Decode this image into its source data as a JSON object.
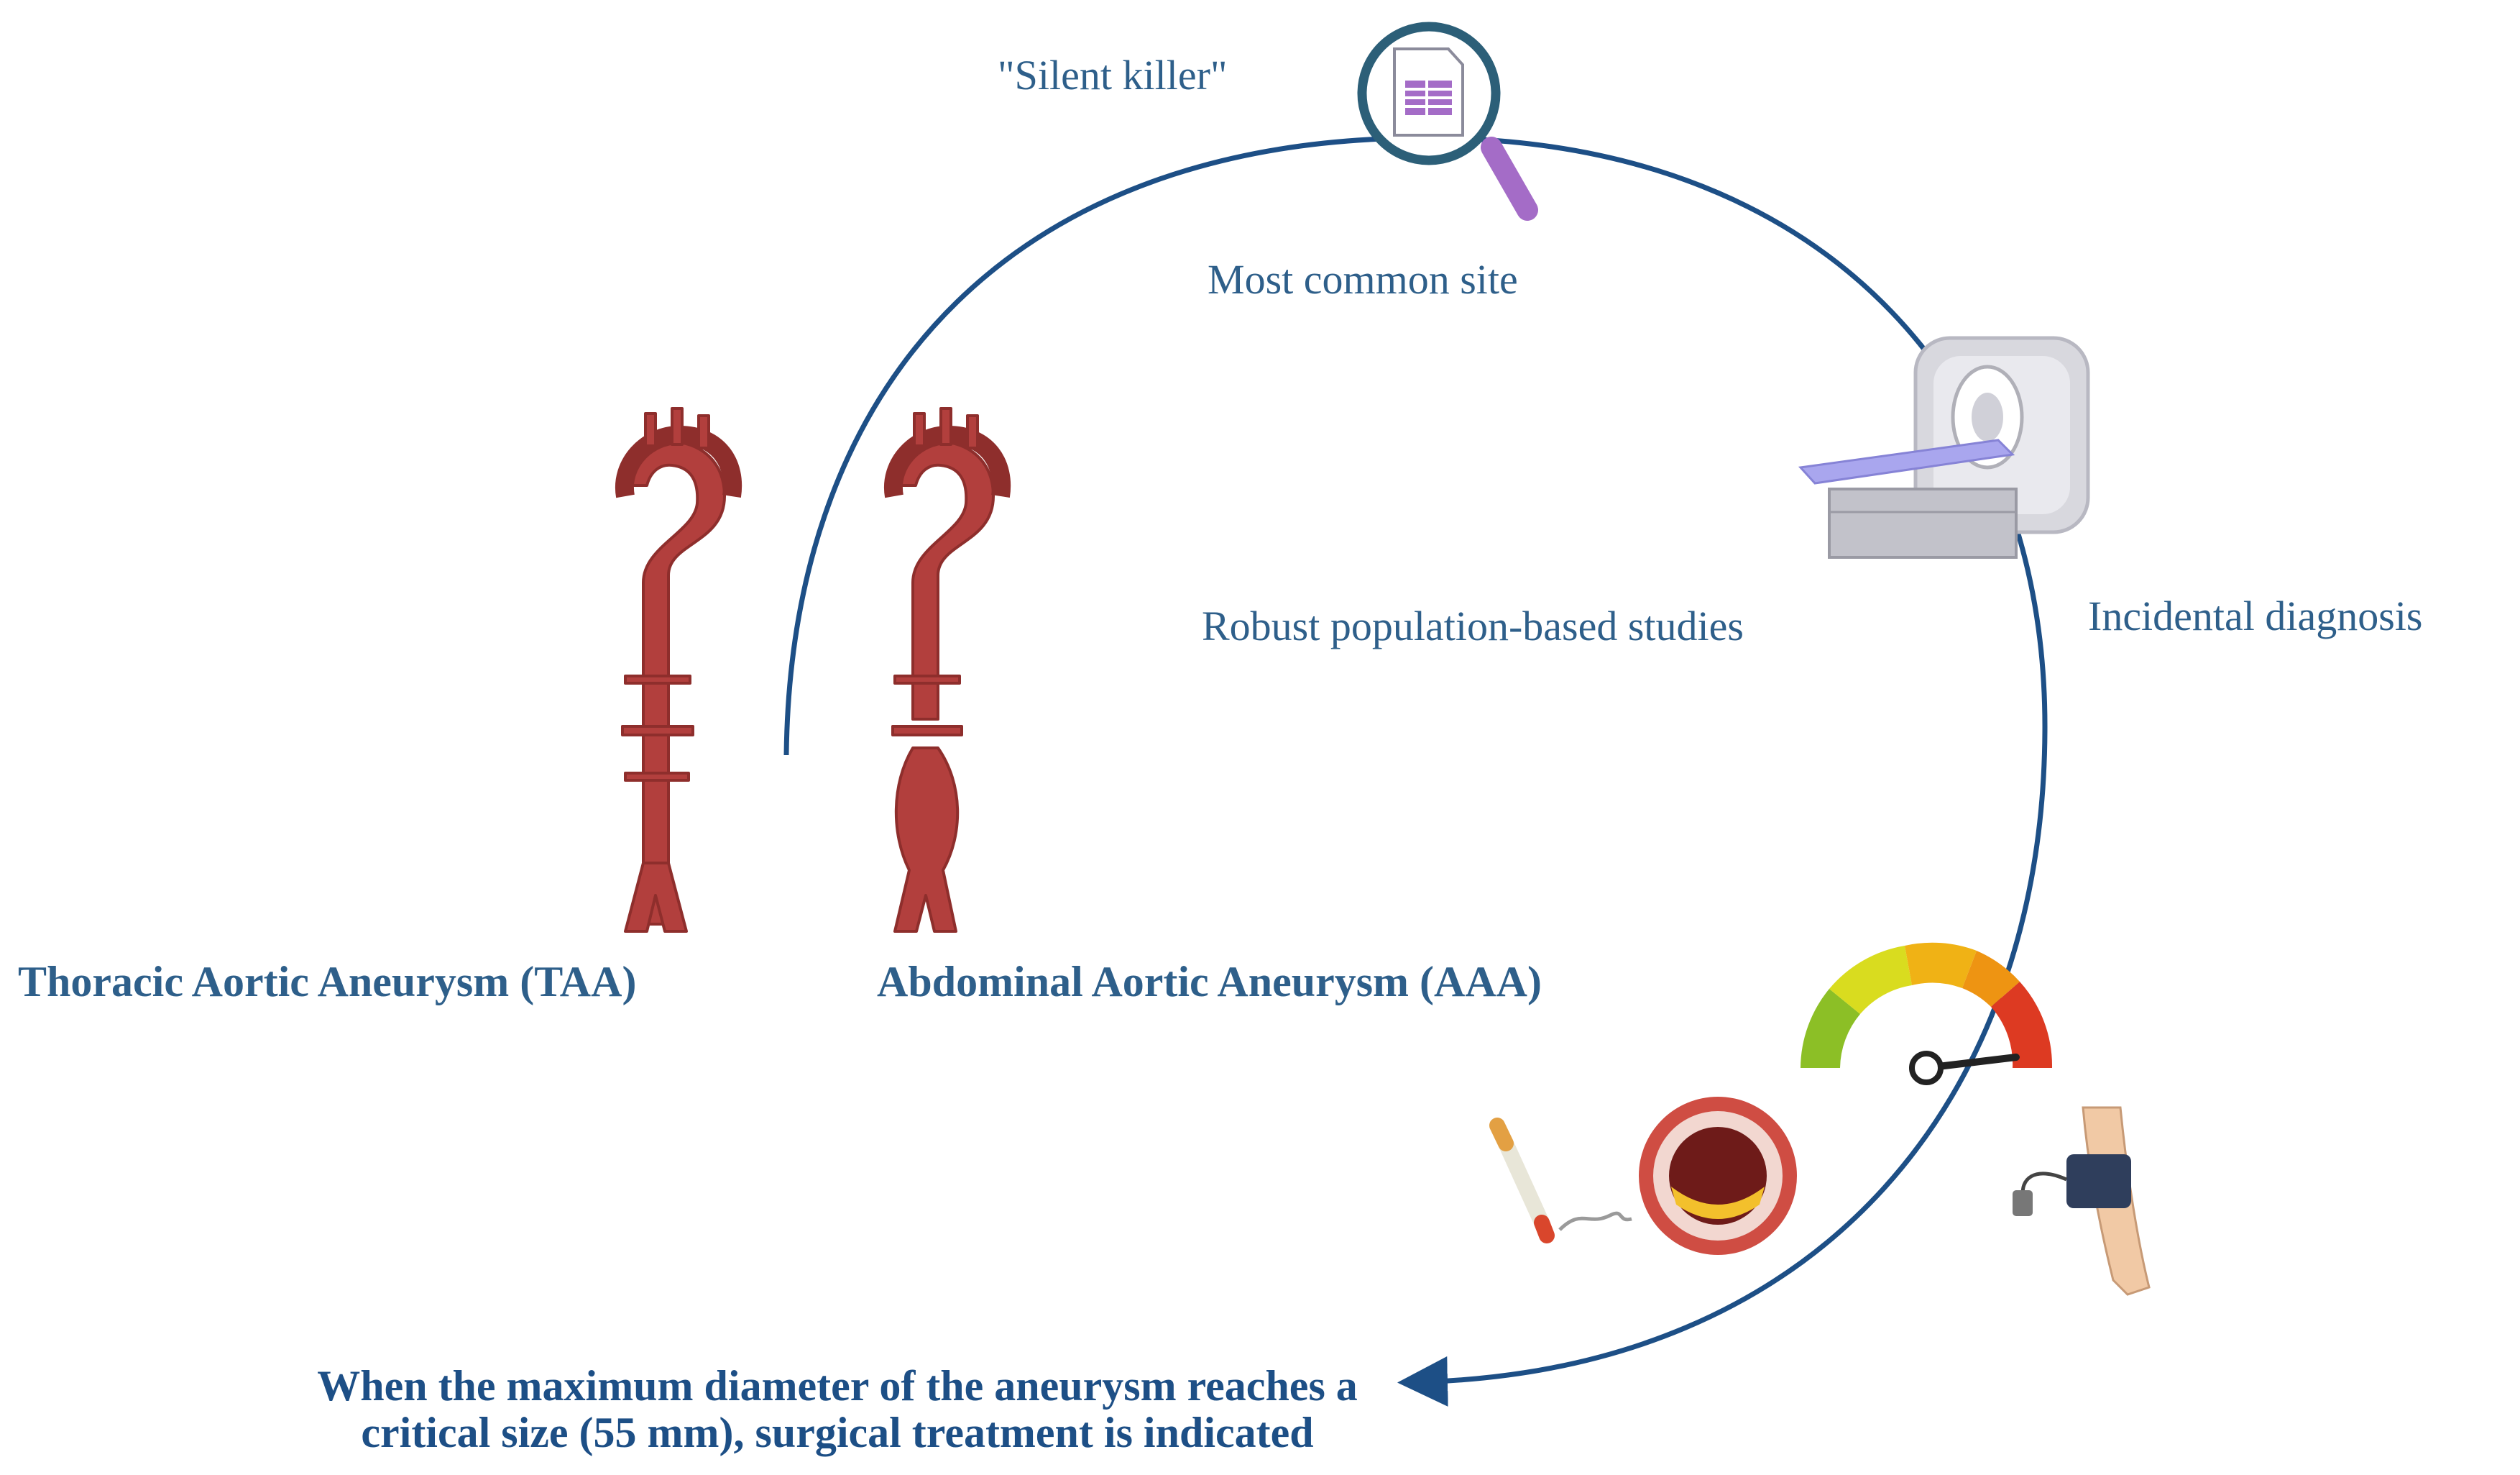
{
  "labels": {
    "silent_killer": "\"Silent killer\"",
    "most_common_site": "Most common site",
    "robust_studies": "Robust population-based studies",
    "incidental_diagnosis": "Incidental diagnosis",
    "taa": "Thoracic Aortic Aneurysm (TAA)",
    "aaa": "Abdominal Aortic Aneurysm (AAA)",
    "surgery_line1": "When the maximum diameter of the aneurysm reaches a",
    "surgery_line2": "critical size (55 mm), surgical treatment is indicated"
  },
  "icons": [
    "magnifier-document-icon",
    "ct-scanner-icon",
    "thoracic-aorta-icon",
    "abdominal-aorta-icon",
    "gauge-icon",
    "cigarette-icon",
    "artery-plaque-icon",
    "blood-pressure-arm-icon"
  ],
  "colors": {
    "label_text": "#2e5f8a",
    "bold_label_text": "#1d4f86",
    "cycle_arrow": "#1d4f86",
    "aorta": "#b23f3d",
    "gauge_segments": [
      "#8cbf26",
      "#d9dc1f",
      "#f0b215",
      "#ee9412",
      "#dd3a22"
    ]
  }
}
